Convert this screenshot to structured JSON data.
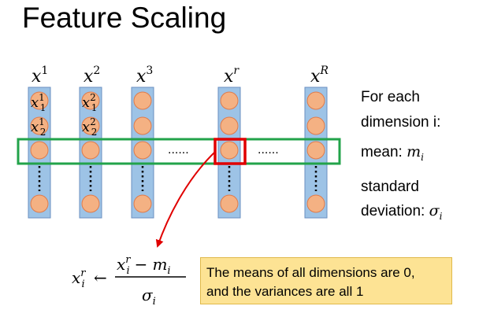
{
  "title": "Feature Scaling",
  "columns": [
    {
      "label": "x",
      "sup": "1",
      "top_values": [
        {
          "base": "x",
          "sup": "1",
          "sub": "1"
        },
        {
          "base": "x",
          "sup": "1",
          "sub": "2"
        }
      ]
    },
    {
      "label": "x",
      "sup": "2",
      "top_values": [
        {
          "base": "x",
          "sup": "2",
          "sub": "1"
        },
        {
          "base": "x",
          "sup": "2",
          "sub": "2"
        }
      ]
    },
    {
      "label": "x",
      "sup": "3",
      "top_values": []
    },
    {
      "label": "x",
      "sup": "r",
      "top_values": []
    },
    {
      "label": "x",
      "sup": "R",
      "top_values": []
    }
  ],
  "ellipsis": "......",
  "side_text": {
    "line1": "For each",
    "line2": "dimension i:",
    "mean_label": "mean:",
    "mean_symbol": "m",
    "mean_sub": "i",
    "std_line1": "standard",
    "std_line2": "deviation:",
    "std_symbol": "σ",
    "std_sub": "i"
  },
  "formula": {
    "lhs_base": "x",
    "lhs_sup": "r",
    "lhs_sub": "i",
    "arrow": "←",
    "num_base": "x",
    "num_sup": "r",
    "num_sub": "i",
    "num_minus": "−",
    "num_m": "m",
    "num_m_sub": "i",
    "den_base": "σ",
    "den_sub": "i"
  },
  "note": {
    "line1": "The means of all dimensions are 0,",
    "line2": "and the variances are all 1"
  },
  "colors": {
    "column_fill": "#9dc3e6",
    "column_stroke": "#6a8fc0",
    "circle_fill": "#f4b183",
    "circle_stroke": "#e07b4a",
    "highlight_row": "#22a34a",
    "highlight_cell": "#e00000",
    "arrow": "#e00000",
    "note_bg": "#fde394"
  }
}
